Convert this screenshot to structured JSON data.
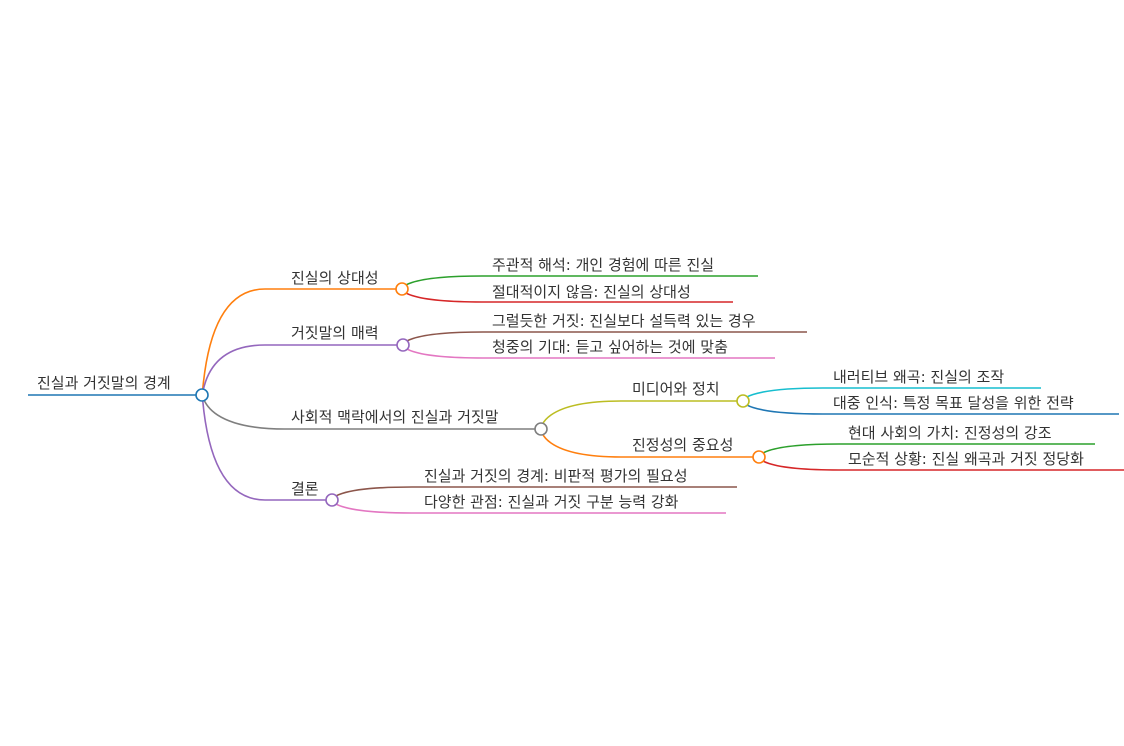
{
  "diagram": {
    "type": "mindmap",
    "root": {
      "label": "진실과 거짓말의 경계",
      "color": "#1f77b4"
    },
    "branches": [
      {
        "label": "진실의 상대성",
        "color": "#ff7f0e",
        "children": [
          {
            "label": "주관적 해석: 개인 경험에 따른 진실",
            "color": "#2ca02c"
          },
          {
            "label": "절대적이지 않음: 진실의 상대성",
            "color": "#d62728"
          }
        ]
      },
      {
        "label": "거짓말의 매력",
        "color": "#9467bd",
        "children": [
          {
            "label": "그럴듯한 거짓: 진실보다 설득력 있는 경우",
            "color": "#8c564b"
          },
          {
            "label": "청중의 기대: 듣고 싶어하는 것에 맞춤",
            "color": "#e377c2"
          }
        ]
      },
      {
        "label": "사회적 맥락에서의 진실과 거짓말",
        "color": "#7f7f7f",
        "children": [
          {
            "label": "미디어와 정치",
            "color": "#bcbd22",
            "children": [
              {
                "label": "내러티브 왜곡: 진실의 조작",
                "color": "#17becf"
              },
              {
                "label": "대중 인식: 특정 목표 달성을 위한 전략",
                "color": "#1f77b4"
              }
            ]
          },
          {
            "label": "진정성의 중요성",
            "color": "#ff7f0e",
            "children": [
              {
                "label": "현대 사회의 가치: 진정성의 강조",
                "color": "#2ca02c"
              },
              {
                "label": "모순적 상황: 진실 왜곡과 거짓 정당화",
                "color": "#d62728"
              }
            ]
          }
        ]
      },
      {
        "label": "결론",
        "color": "#9467bd",
        "children": [
          {
            "label": "진실과 거짓의 경계: 비판적 평가의 필요성",
            "color": "#8c564b"
          },
          {
            "label": "다양한 관점: 진실과 거짓 구분 능력 강화",
            "color": "#e377c2"
          }
        ]
      }
    ]
  }
}
